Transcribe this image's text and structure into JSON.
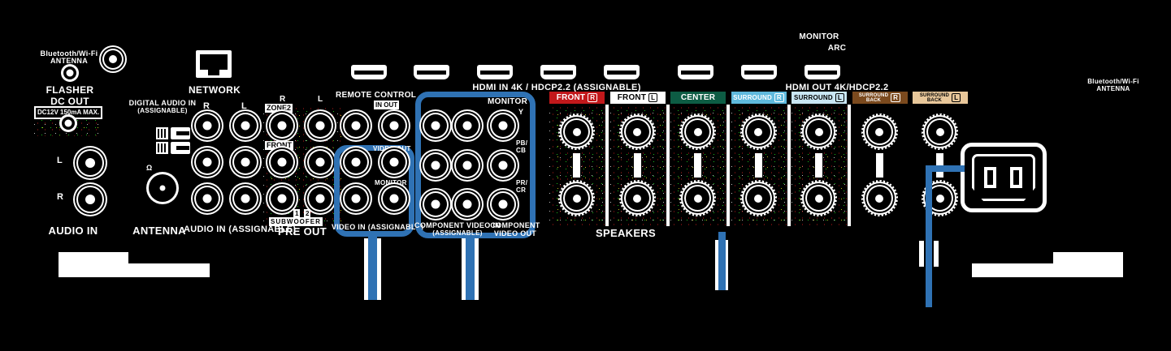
{
  "device": {
    "kind": "av-receiver-rear-panel",
    "background_color": "#000000",
    "highlight_color": "#2f72b4"
  },
  "left_section": {
    "bt_antenna_label": "Bluetooth/Wi-Fi\nANTENNA",
    "bt_antenna_line1": "Bluetooth/Wi-Fi",
    "bt_antenna_line2": "ANTENNA",
    "flasher_line1": "FLASHER",
    "flasher_line2": "DC OUT",
    "flasher_rating": "DC12V 150mA MAX.",
    "audio_in_label": "AUDIO IN",
    "ch_l": "L",
    "ch_r": "R"
  },
  "digital_section": {
    "title_line1": "DIGITAL AUDIO IN",
    "title_line2": "(ASSIGNABLE)",
    "antenna_label": "ANTENNA",
    "ohm_symbol": "Ω"
  },
  "network_section": {
    "label": "NETWORK"
  },
  "audio_assignable": {
    "label": "AUDIO IN (ASSIGNABLE)",
    "col_r": "R",
    "col_l": "L"
  },
  "pre_out": {
    "label": "PRE OUT",
    "col_r": "R",
    "col_l": "L",
    "row_zone2": "ZONE2",
    "row_front": "FRONT",
    "row_subwoofer": "SUBWOOFER",
    "sub_1": "1",
    "sub_2": "2"
  },
  "remote_control": {
    "label": "REMOTE CONTROL",
    "in_out": "IN    OUT"
  },
  "video_box": {
    "bottom_label": "VIDEO IN (ASSIGNABLE)",
    "video_out_label": "VIDEO OUT",
    "monitor_label": "MONITOR",
    "highlighted": true
  },
  "component_box": {
    "in_label_line1": "COMPONENT VIDEO IN",
    "in_label_line2": "(ASSIGNABLE)",
    "out_label_line1": "COMPONENT",
    "out_label_line2": "VIDEO OUT",
    "monitor_label": "MONITOR",
    "y_label": "Y",
    "pb_label": "PB/",
    "cb_label": "CB",
    "pr_label": "PR/",
    "cr_label": "CR",
    "highlighted": true
  },
  "hdmi": {
    "in_label": "HDMI IN  4K / HDCP2.2 (ASSIGNABLE)",
    "out_label": "HDMI OUT 4K/HDCP2.2",
    "monitor_label": "MONITOR",
    "arc_label": "ARC",
    "in_port_count": 6,
    "out_port_count": 2
  },
  "speakers": {
    "label": "SPEAKERS",
    "terminals": [
      {
        "name": "FRONT",
        "channel": "R",
        "bg": "#c2181b",
        "fg": "#ffffff",
        "two_line": false
      },
      {
        "name": "FRONT",
        "channel": "L",
        "bg": "#ffffff",
        "fg": "#000000",
        "two_line": false
      },
      {
        "name": "CENTER",
        "channel": "",
        "bg": "#0d5c44",
        "fg": "#ffffff",
        "two_line": false
      },
      {
        "name": "SURROUND",
        "channel": "R",
        "bg": "#5fb9dd",
        "fg": "#ffffff",
        "two_line": false
      },
      {
        "name": "SURROUND",
        "channel": "L",
        "bg": "#c9e6f4",
        "fg": "#000000",
        "two_line": false
      },
      {
        "name": "SURROUND BACK",
        "channel": "R",
        "bg": "#7b4a1e",
        "fg": "#ffffff",
        "two_line": true
      },
      {
        "name": "SURROUND BACK",
        "channel": "L",
        "bg": "#e8c79a",
        "fg": "#000000",
        "two_line": true
      }
    ]
  },
  "right_section": {
    "bt_antenna_line1": "Bluetooth/Wi-Fi",
    "bt_antenna_line2": "ANTENNA",
    "ac_inlet_name": "AC IN"
  },
  "annotations": {
    "callout_count": 4,
    "color": "#2f72b4"
  }
}
